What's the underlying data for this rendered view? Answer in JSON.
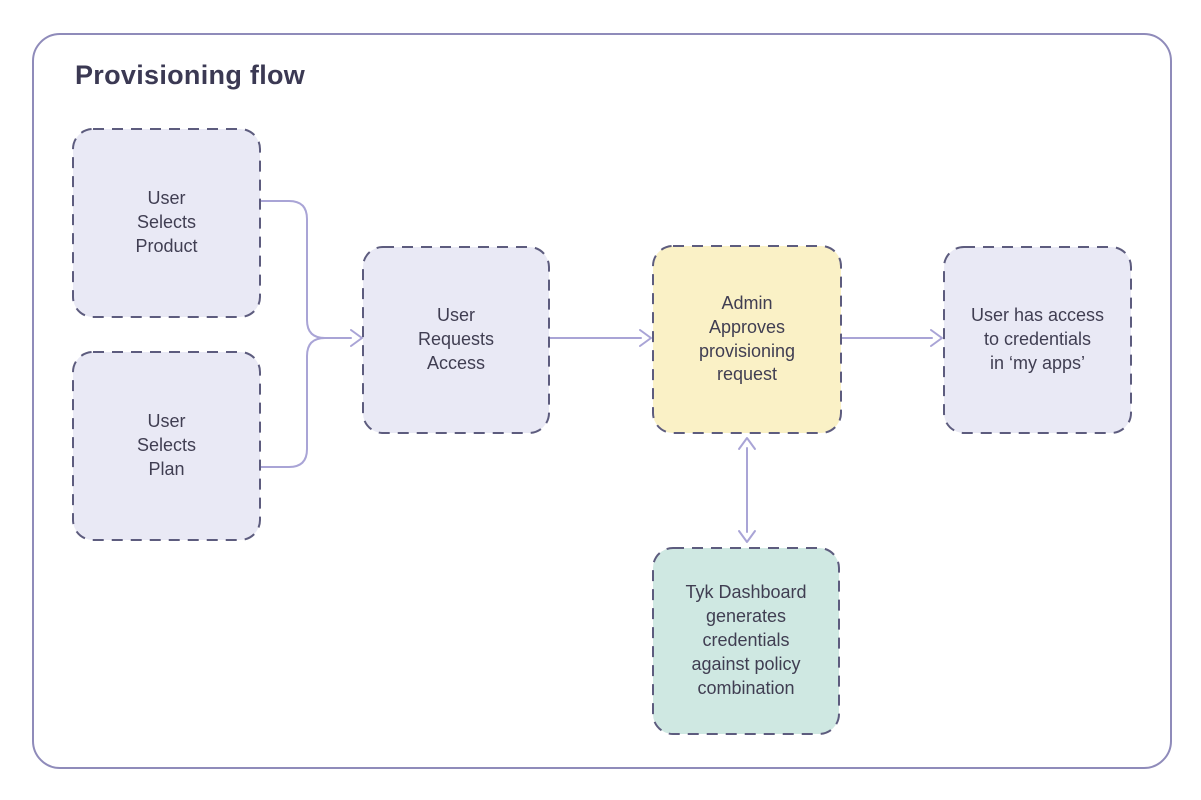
{
  "diagram": {
    "title": "Provisioning flow",
    "type": "flowchart",
    "nodes": [
      {
        "id": "user-selects-product",
        "label": "User\nSelects\nProduct",
        "fill": "#e9e9f5"
      },
      {
        "id": "user-selects-plan",
        "label": "User\nSelects\nPlan",
        "fill": "#e9e9f5"
      },
      {
        "id": "user-requests-access",
        "label": "User\nRequests\nAccess",
        "fill": "#e9e9f5"
      },
      {
        "id": "admin-approves-provisioning-request",
        "label": "Admin\nApproves\nprovisioning\nrequest",
        "fill": "#faf1c6"
      },
      {
        "id": "user-has-access-to-credentials",
        "label": "User has access\nto credentials\nin ‘my apps’",
        "fill": "#e9e9f5"
      },
      {
        "id": "tyk-dashboard-generates-credentials",
        "label": "Tyk Dashboard\ngenerates\ncredentials\nagainst policy\ncombination",
        "fill": "#cfe8e2"
      }
    ],
    "edges": [
      {
        "from": "user-selects-product",
        "to": "user-requests-access",
        "bidirectional": false
      },
      {
        "from": "user-selects-plan",
        "to": "user-requests-access",
        "bidirectional": false
      },
      {
        "from": "user-requests-access",
        "to": "admin-approves-provisioning-request",
        "bidirectional": false
      },
      {
        "from": "admin-approves-provisioning-request",
        "to": "user-has-access-to-credentials",
        "bidirectional": false
      },
      {
        "from": "admin-approves-provisioning-request",
        "to": "tyk-dashboard-generates-credentials",
        "bidirectional": true
      }
    ],
    "colors": {
      "frame_border": "#8f8bba",
      "node_border": "#5d5c7e",
      "connector": "#a9a4d6",
      "lavender_fill": "#e9e9f5",
      "yellow_fill": "#faf1c6",
      "teal_fill": "#cfe8e2",
      "title_text": "#3b3953",
      "node_text": "#403e52"
    }
  }
}
